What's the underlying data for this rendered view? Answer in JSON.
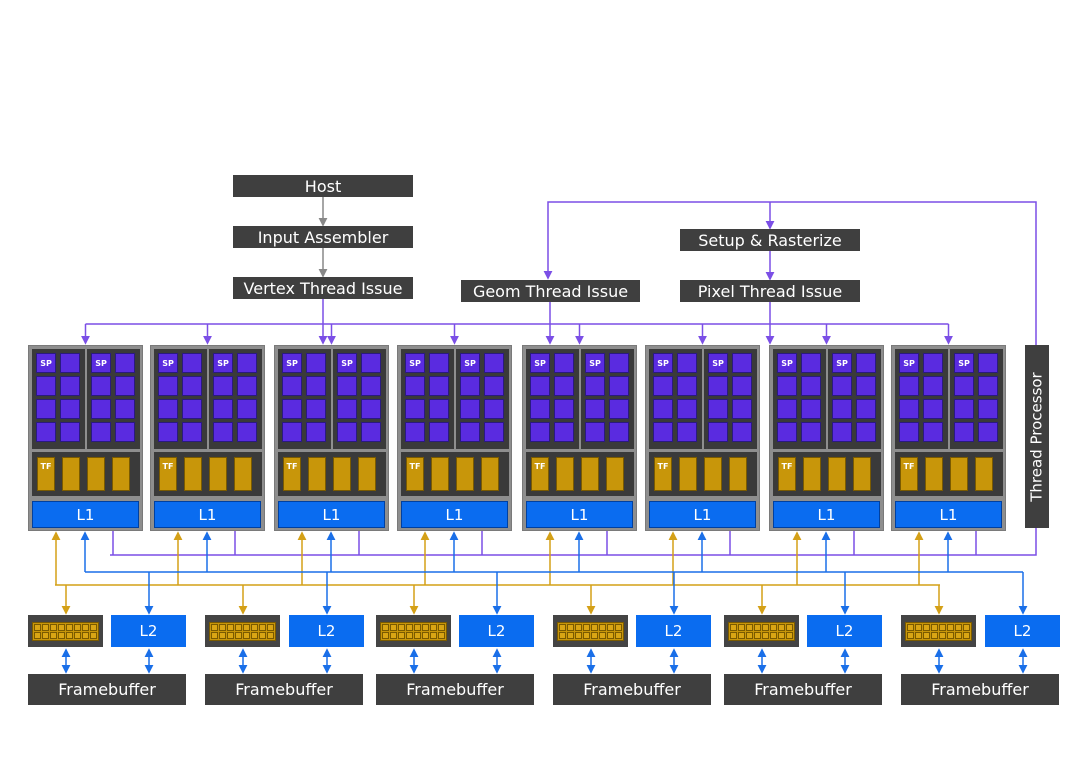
{
  "labels": {
    "host": "Host",
    "input_assembler": "Input Assembler",
    "vertex_thread_issue": "Vertex Thread Issue",
    "setup_rasterize": "Setup & Rasterize",
    "geom_thread_issue": "Geom Thread Issue",
    "pixel_thread_issue": "Pixel Thread Issue",
    "thread_processor": "Thread Processor",
    "sp": "SP",
    "tf": "TF",
    "l1": "L1",
    "l2": "L2",
    "framebuffer": "Framebuffer"
  },
  "clusters": 8,
  "memory_partitions": 6,
  "colors": {
    "dark_box": "#3f3f3f",
    "sp_purple": "#5a2be0",
    "tf_gold": "#c8960a",
    "l1_blue": "#0a6cf0",
    "wire_purple": "#7b4fe6",
    "wire_gold": "#d4a017",
    "wire_blue": "#1a6fe8",
    "wire_gray": "#888888"
  }
}
